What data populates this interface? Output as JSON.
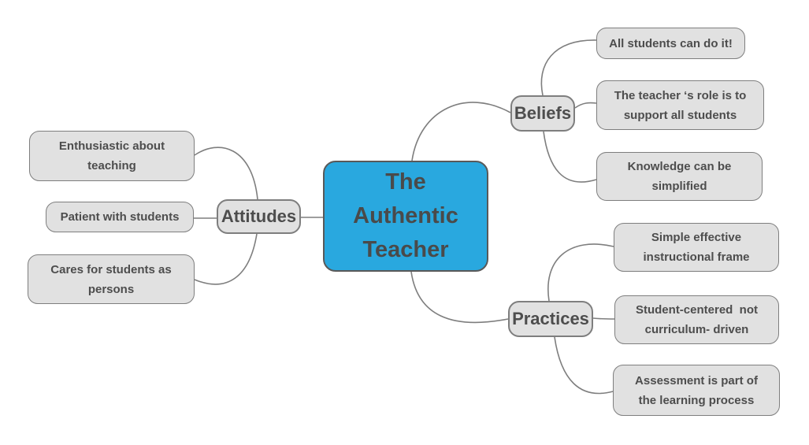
{
  "diagram": {
    "type": "mind-map",
    "center": {
      "label": "The\nAuthentic\nTeacher"
    },
    "branches": [
      {
        "label": "Attitudes",
        "children": [
          {
            "label": "Enthusiastic about\nteaching"
          },
          {
            "label": "Patient with students"
          },
          {
            "label": "Cares for students as\npersons"
          }
        ]
      },
      {
        "label": "Beliefs",
        "children": [
          {
            "label": "All students can do it!"
          },
          {
            "label": "The teacher ‘s role is to\nsupport all students"
          },
          {
            "label": "Knowledge can be\nsimplified"
          }
        ]
      },
      {
        "label": "Practices",
        "children": [
          {
            "label": "Simple effective\ninstructional frame"
          },
          {
            "label": "Student-centered  not\ncurriculum- driven"
          },
          {
            "label": "Assessment is part of\nthe learning process"
          }
        ]
      }
    ],
    "colors": {
      "center_fill": "#29a8df",
      "node_fill": "#e1e1e1",
      "node_border": "#7e7e7e",
      "center_border": "#595959",
      "text": "#4d4d4d",
      "connector": "#7e7e7e",
      "background": "#ffffff"
    }
  }
}
